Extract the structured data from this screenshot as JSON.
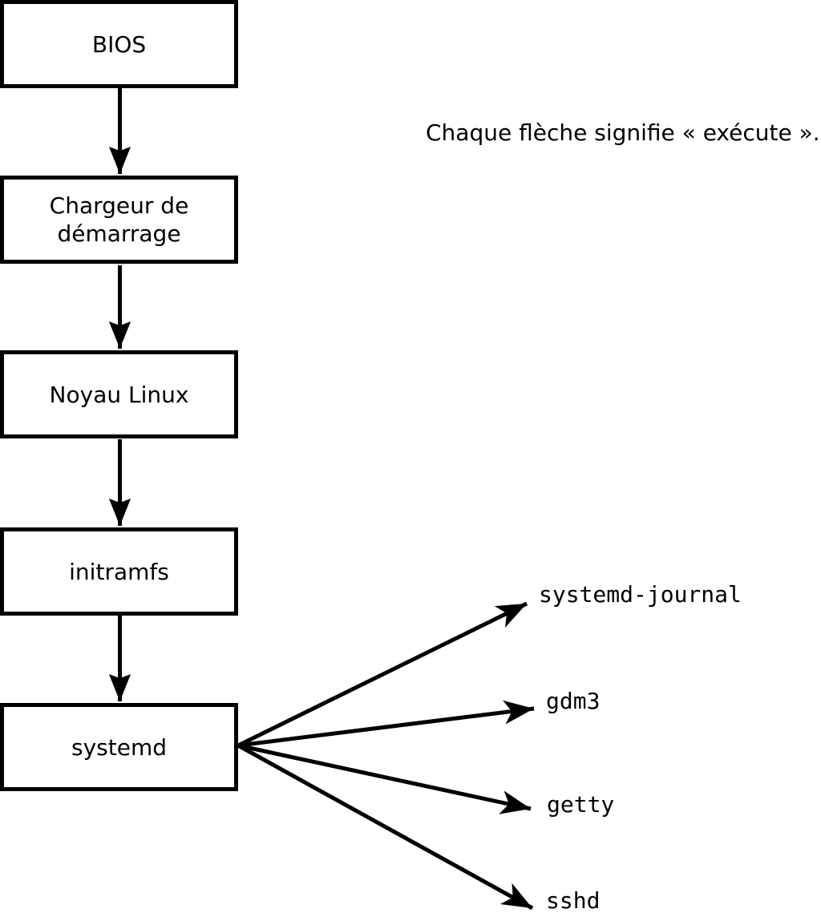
{
  "note": "Chaque flèche signifie « exécute ».",
  "colors": {
    "background": "#ffffff",
    "line": "#000000",
    "box_border": "#000000",
    "text": "#000000"
  },
  "flow_boxes": [
    {
      "label": "BIOS"
    },
    {
      "label": "Chargeur de démarrage"
    },
    {
      "label": "Noyau Linux"
    },
    {
      "label": "initramfs"
    },
    {
      "label": "systemd"
    }
  ],
  "spawned_processes": [
    {
      "label": "systemd-journal"
    },
    {
      "label": "gdm3"
    },
    {
      "label": "getty"
    },
    {
      "label": "sshd"
    }
  ]
}
